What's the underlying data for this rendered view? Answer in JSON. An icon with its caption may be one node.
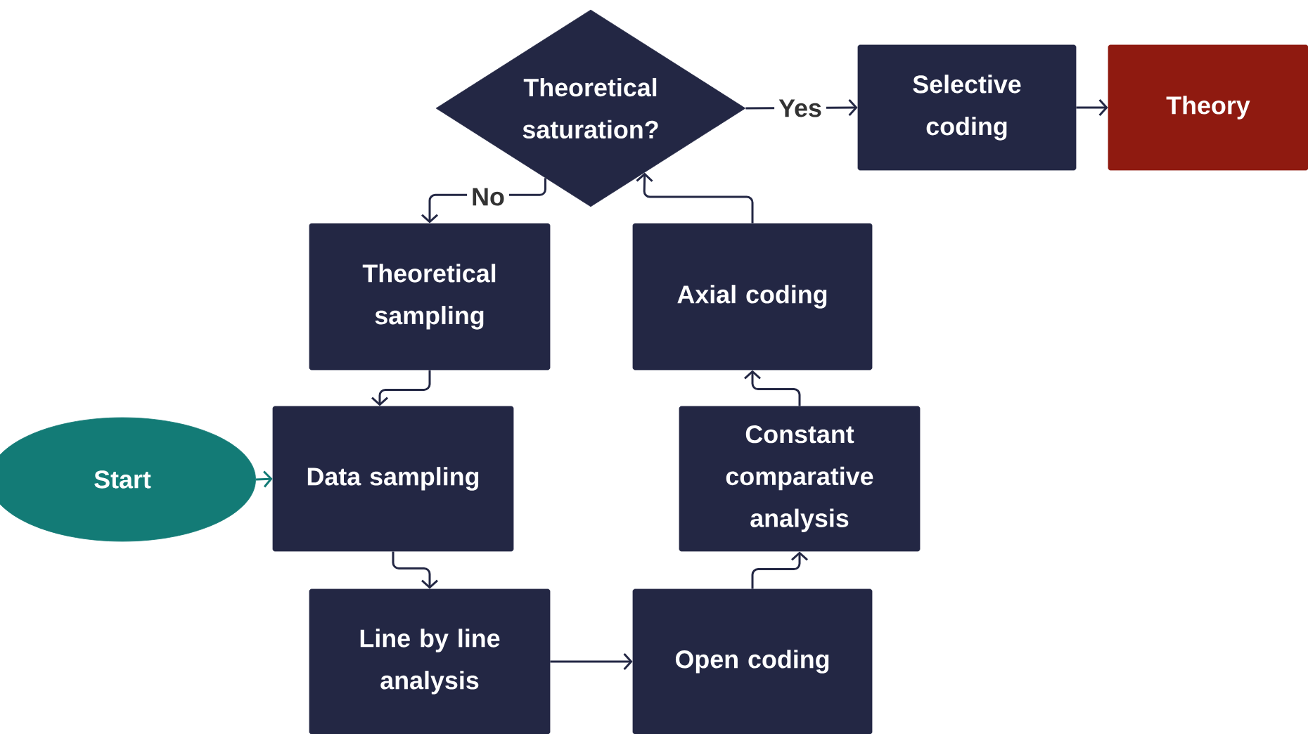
{
  "diagram": {
    "nodes": [
      {
        "text": [
          "Theoretical saturation?"
        ]
      },
      {
        "text": [
          "Selective coding"
        ]
      },
      {
        "text": [
          "Theory"
        ]
      },
      {
        "text": [
          "Theoretical sampling"
        ]
      },
      {
        "text": [
          "Axial coding"
        ]
      },
      {
        "text": [
          "Start"
        ]
      },
      {
        "text": [
          "Data sampling"
        ]
      },
      {
        "text": [
          "Constant comparative analysis"
        ]
      },
      {
        "text": [
          "Line by line analysis"
        ]
      },
      {
        "text": [
          "Open coding"
        ]
      }
    ],
    "edges": [
      {
        "from": 0,
        "to": 1,
        "arrow": "to",
        "label": "Yes"
      },
      {
        "from": 1,
        "to": 2,
        "arrow": "to"
      },
      {
        "from": 0,
        "to": 3,
        "arrow": "to",
        "label": "No"
      },
      {
        "from": 3,
        "to": 6,
        "arrow": "to"
      },
      {
        "from": 5,
        "to": 6,
        "arrow": "to",
        "color": "#137b76"
      },
      {
        "from": 6,
        "to": 8,
        "arrow": "to"
      },
      {
        "from": 8,
        "to": 9,
        "arrow": "to"
      },
      {
        "from": 9,
        "to": 7,
        "arrow": "to"
      },
      {
        "from": 7,
        "to": 4,
        "arrow": "to"
      },
      {
        "from": 4,
        "to": 0,
        "arrow": "to"
      }
    ]
  }
}
